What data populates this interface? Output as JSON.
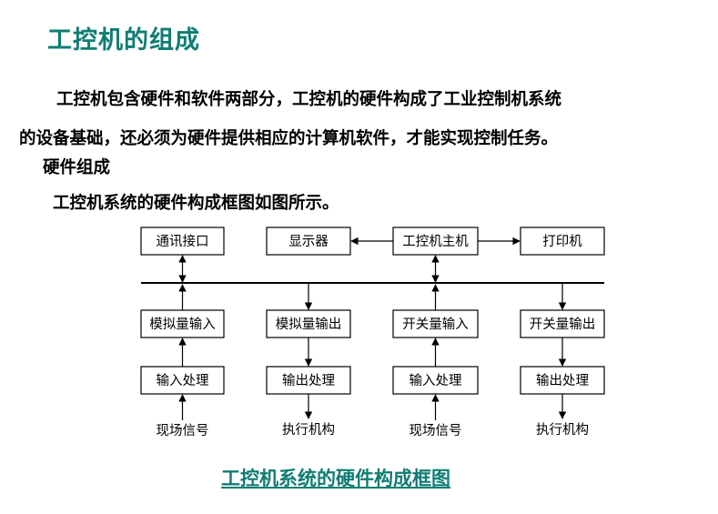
{
  "slide": {
    "title": "工控机的组成",
    "paragraph_line1": "工控机包含硬件和软件两部分，工控机的硬件构成了工业控制机系统",
    "paragraph_line2": "的设备基础，还必须为硬件提供相应的计算机软件，才能实现控制任务。",
    "hardware_heading": "硬件组成",
    "intro": "工控机系统的硬件构成框图如图所示。",
    "caption": "工控机系统的硬件构成框图"
  },
  "diagram": {
    "top_row": {
      "comm_interface": "通讯接口",
      "display": "显示器",
      "host": "工控机主机",
      "printer": "打印机"
    },
    "io_modules": [
      "模拟量输入",
      "模拟量输出",
      "开关量输入",
      "开关量输出"
    ],
    "processing": [
      "输入处理",
      "输出处理",
      "输入处理",
      "输出处理"
    ],
    "field": [
      "现场信号",
      "执行机构",
      "现场信号",
      "执行机构"
    ]
  }
}
